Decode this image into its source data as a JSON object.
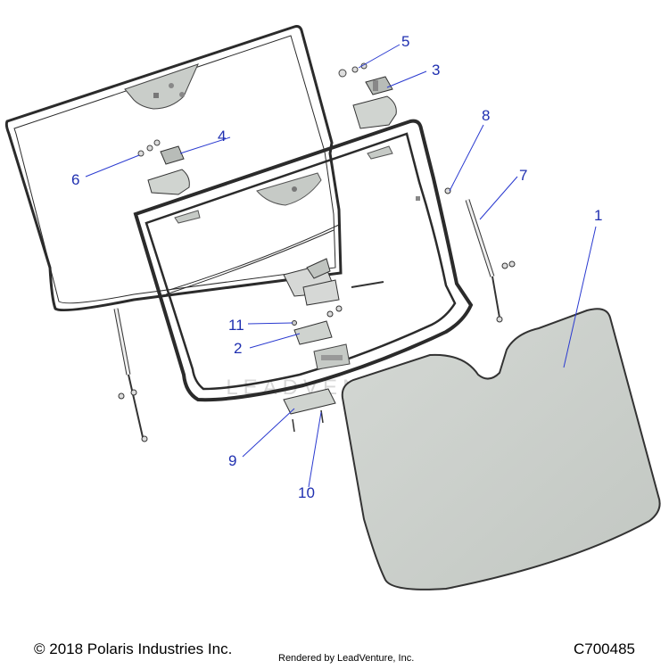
{
  "diagram": {
    "watermark": "LEADVENTURE",
    "callouts": {
      "c1": "1",
      "c2": "2",
      "c3": "3",
      "c4": "4",
      "c5": "5",
      "c6": "6",
      "c7": "7",
      "c8": "8",
      "c9": "9",
      "c10": "10",
      "c11": "11"
    }
  },
  "footer": {
    "copyright": "© 2018 Polaris Industries Inc.",
    "rendered_by": "Rendered by LeadVenture, Inc.",
    "figure_id": "C700485"
  },
  "colors": {
    "callout_text": "#1f2fb0",
    "leader_line": "#2a3ad0",
    "glass_fill": "#d9ddd9",
    "frame_stroke": "#2b2b2b"
  }
}
